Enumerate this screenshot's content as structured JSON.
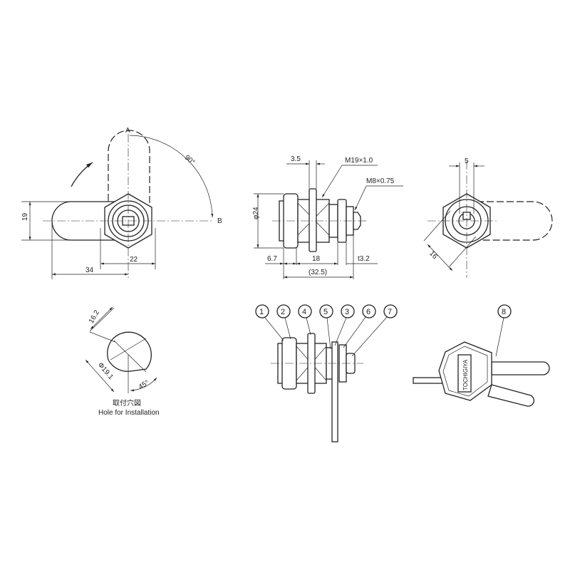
{
  "front_view": {
    "label_a": "A",
    "label_b": "B",
    "angle": "90°",
    "dim_height": "19",
    "dim_length": "34",
    "dim_hex": "22"
  },
  "side_view": {
    "dim_flange": "3.5",
    "thread_main": "M19×1.0",
    "thread_small": "M8×0.75",
    "dim_diameter": "φ24",
    "dim_head": "6.7",
    "dim_body": "18",
    "dim_cam_thickness": "t3.2",
    "dim_total": "(32.5)"
  },
  "rear_view": {
    "dim_slot": "5",
    "dim_cam_width": "16"
  },
  "hole": {
    "dim_flat": "16.2",
    "dim_diameter": "Φ19.1",
    "dim_angle": "45°",
    "title_jp": "取付穴図",
    "title_en": "Hole for Installation"
  },
  "assembly": {
    "balloons": [
      "1",
      "2",
      "4",
      "5",
      "3",
      "6",
      "7"
    ]
  },
  "key": {
    "balloon": "8",
    "brand": "TOCHIGIYA"
  }
}
